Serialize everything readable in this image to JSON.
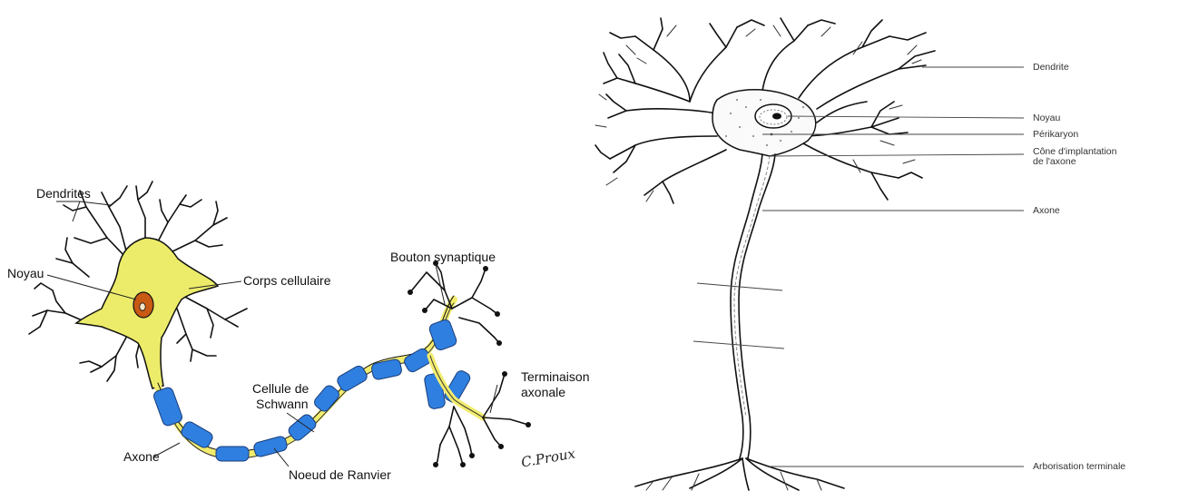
{
  "left_diagram": {
    "labels": {
      "dendrites": "Dendrites",
      "noyau": "Noyau",
      "corps_cellulaire": "Corps cellulaire",
      "bouton_synaptique": "Bouton synaptique",
      "cellule_schwann_1": "Cellule de",
      "cellule_schwann_2": "Schwann",
      "terminaison_1": "Terminaison",
      "terminaison_2": "axonale",
      "axone": "Axone",
      "noeud_ranvier": "Noeud de Ranvier",
      "signature": "C.Proux"
    },
    "colors": {
      "cell_body": "#ecec6a",
      "nucleus": "#c85a14",
      "myelin": "#2f7fe0",
      "axon": "#f2ec6e",
      "outline": "#111111"
    }
  },
  "right_diagram": {
    "labels": {
      "dendrite": "Dendrite",
      "noyau": "Noyau",
      "perikaryon": "Périkaryon",
      "cone_1": "Cône d'implantation",
      "cone_2": "de l'axone",
      "axone": "Axone",
      "arborisation": "Arborisation terminale"
    }
  }
}
